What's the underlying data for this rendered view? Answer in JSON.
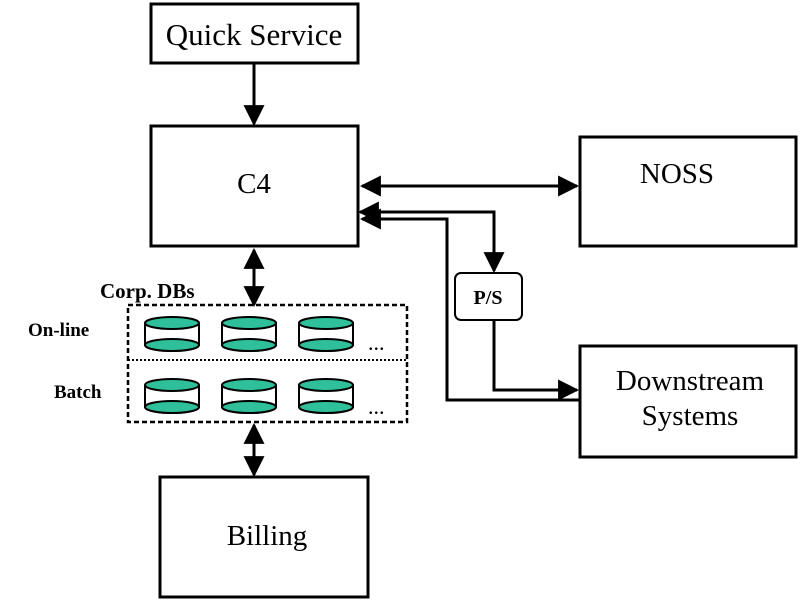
{
  "nodes": {
    "quick_service": "Quick Service",
    "c4": "C4",
    "noss": "NOSS",
    "ps": "P/S",
    "downstream_line1": "Downstream",
    "downstream_line2": "Systems",
    "billing": "Billing"
  },
  "databases": {
    "title": "Corp. DBs",
    "online_label": "On-line",
    "batch_label": "Batch",
    "ellipsis": "...",
    "disk_color": "#2fbf9a",
    "rows": [
      {
        "label": "On-line",
        "disks": 3
      },
      {
        "label": "Batch",
        "disks": 3
      }
    ]
  }
}
